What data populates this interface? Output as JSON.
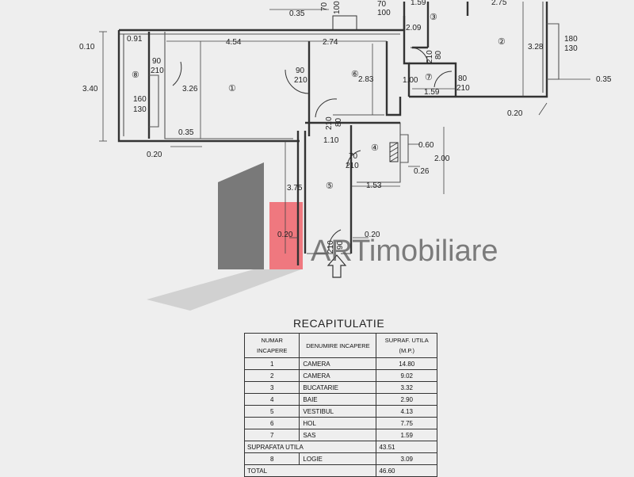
{
  "dimensions": {
    "top_0_35": "0.35",
    "door_70": "70",
    "door_100": "100",
    "top_1_59": "1.59",
    "top_2_75": "2.75",
    "left_0_10": "0.10",
    "left_0_91": "0.91",
    "w_4_54": "4.54",
    "w_2_74": "2.74",
    "h_2_09": "2.09",
    "h_3_28": "3.28",
    "win_180": "180",
    "win_130": "130",
    "h_3_40": "3.40",
    "h_3_26": "3.26",
    "h_2_83": "2.83",
    "w_1_00": "1.00",
    "w_1_59b": "1.59",
    "r_0_35": "0.35",
    "r_0_20": "0.20",
    "win_160": "160",
    "win_130b": "130",
    "b_0_35": "0.35",
    "b_0_20": "0.20",
    "h_1_10": "1.10",
    "w_0_60": "0.60",
    "h_2_00": "2.00",
    "w_0_26": "0.26",
    "h_3_75": "3.75",
    "w_1_53": "1.53",
    "l_0_20": "0.20",
    "e_0_20": "0.20",
    "door_90a": "90",
    "door_210a": "210",
    "door_90b": "90",
    "door_210b": "210",
    "door_210c": "210",
    "door_80c": "80",
    "door_210d": "210",
    "door_80d": "80",
    "door_80e": "80",
    "door_210e": "210",
    "door_70f": "70",
    "door_210f": "210",
    "door_210g": "210",
    "door_90g": "90"
  },
  "rooms": {
    "r1": "①",
    "r2": "②",
    "r3": "③",
    "r4": "④",
    "r5": "⑤",
    "r6": "⑥",
    "r7": "⑦",
    "r8": "⑧"
  },
  "watermark": "ARTimobiliare",
  "recap": {
    "title": "RECAPITULATIE",
    "headers": {
      "number": "NUMAR INCAPERE",
      "name": "DENUMIRE INCAPERE",
      "area": "SUPRAF. UTILA (M.P.)"
    },
    "rows": [
      {
        "num": "1",
        "name": "CAMERA",
        "area": "14.80"
      },
      {
        "num": "2",
        "name": "CAMERA",
        "area": "9.02"
      },
      {
        "num": "3",
        "name": "BUCATARIE",
        "area": "3.32"
      },
      {
        "num": "4",
        "name": "BAIE",
        "area": "2.90"
      },
      {
        "num": "5",
        "name": "VESTIBUL",
        "area": "4.13"
      },
      {
        "num": "6",
        "name": "HOL",
        "area": "7.75"
      },
      {
        "num": "7",
        "name": "SAS",
        "area": "1.59"
      }
    ],
    "usable_label": "SUPRAFATA UTILA",
    "usable_value": "43.51",
    "loggia": {
      "num": "8",
      "name": "LOGIE",
      "area": "3.09"
    },
    "total_label": "TOTAL",
    "total_value": "46.60"
  },
  "colors": {
    "paper": "#eeeeee",
    "logo_gray": "#6b6b6b",
    "logo_red": "#ee6a72",
    "ink": "#222222"
  }
}
